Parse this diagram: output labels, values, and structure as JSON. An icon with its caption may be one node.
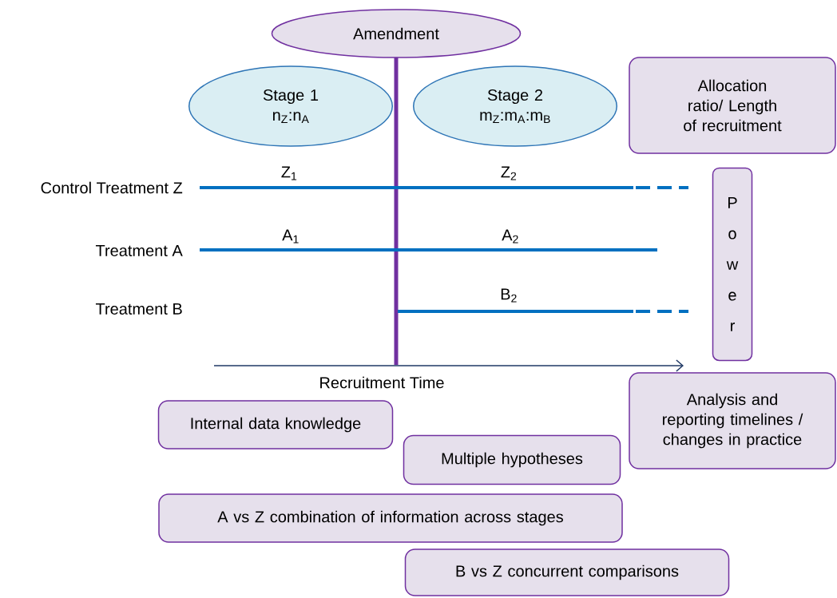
{
  "diagram": {
    "nodes": [
      {
        "text": [
          "Amendment"
        ]
      },
      {
        "text": [
          "Stage 1",
          "n$_{Z}$:n$_{A}$"
        ]
      },
      {
        "text": [
          "Stage 2",
          "m$_{Z}$:m$_{A}$:m$_{B}$"
        ]
      },
      {
        "text": [
          "Allocation ratio/ Length of recruitment"
        ]
      },
      {
        "text": [
          "P o w e r"
        ]
      },
      {
        "text": [
          "Analysis and reporting timelines / changes in practice"
        ]
      },
      {
        "text": [
          "Internal data knowledge"
        ]
      },
      {
        "text": [
          "Multiple hypotheses"
        ]
      },
      {
        "text": [
          "A vs Z combination of information across stages"
        ]
      },
      {
        "text": [
          "B vs Z concurrent comparisons"
        ]
      }
    ],
    "labels": [
      "Control Treatment Z",
      "Z$_{1}$",
      "Z$_{2}$",
      "A$_{1}$",
      "A$_{2}$",
      "Treatment A",
      "B$_{2}$",
      "Treatment B",
      "Recruitment Time"
    ]
  }
}
